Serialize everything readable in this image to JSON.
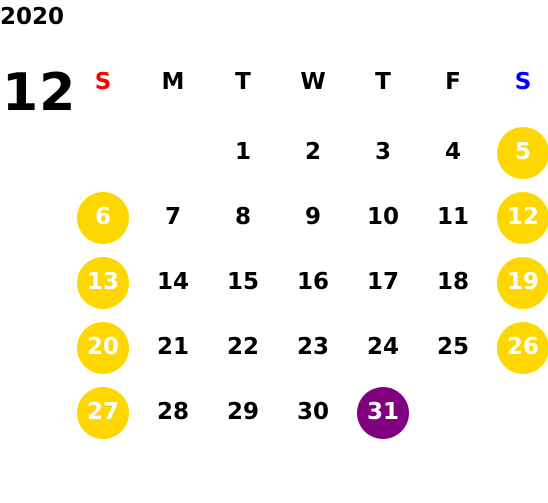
{
  "calendar": {
    "year": "2020",
    "month": "12",
    "weekdays": [
      "S",
      "M",
      "T",
      "W",
      "T",
      "F",
      "S"
    ],
    "first_weekday_index": 2,
    "days": [
      "1",
      "2",
      "3",
      "4",
      "5",
      "6",
      "7",
      "8",
      "9",
      "10",
      "11",
      "12",
      "13",
      "14",
      "15",
      "16",
      "17",
      "18",
      "19",
      "20",
      "21",
      "22",
      "23",
      "24",
      "25",
      "26",
      "27",
      "28",
      "29",
      "30",
      "31"
    ],
    "highlighted_day": "31"
  },
  "colors": {
    "text": "#000000",
    "sunday_label": "#ff0000",
    "saturday_label": "#0000ff",
    "weekend_circle": "#ffd700",
    "weekend_text": "#ffffff",
    "highlight_circle": "#800080",
    "highlight_text": "#ffffff"
  }
}
